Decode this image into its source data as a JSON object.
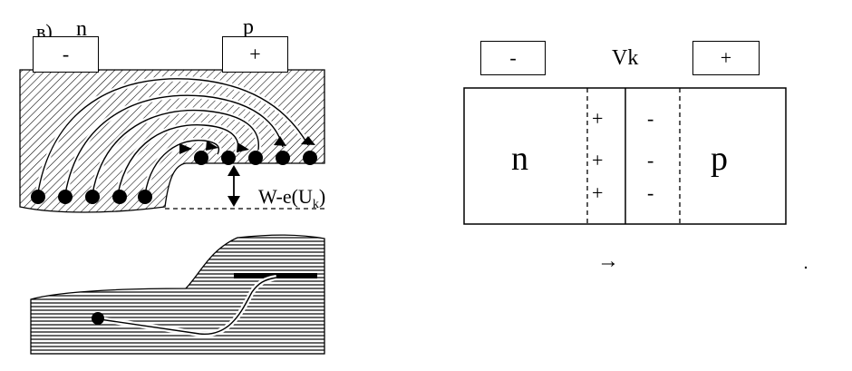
{
  "left_diagram": {
    "panel_label": "в)",
    "n_label": "n",
    "p_label": "p",
    "minus_contact": "-",
    "plus_contact": "+",
    "energy_label_main": "W-e(U",
    "energy_label_sub": "k",
    "energy_label_close": ")"
  },
  "right_diagram": {
    "minus_contact": "-",
    "plus_contact": "+",
    "voltage_label": "Vk",
    "n_label": "n",
    "p_label": "p",
    "positive_charges": [
      "+",
      "+",
      "+"
    ],
    "negative_charges": [
      "-",
      "-",
      "-"
    ],
    "direction_arrow": "→"
  },
  "colors": {
    "ink": "#000000",
    "background": "#ffffff"
  }
}
